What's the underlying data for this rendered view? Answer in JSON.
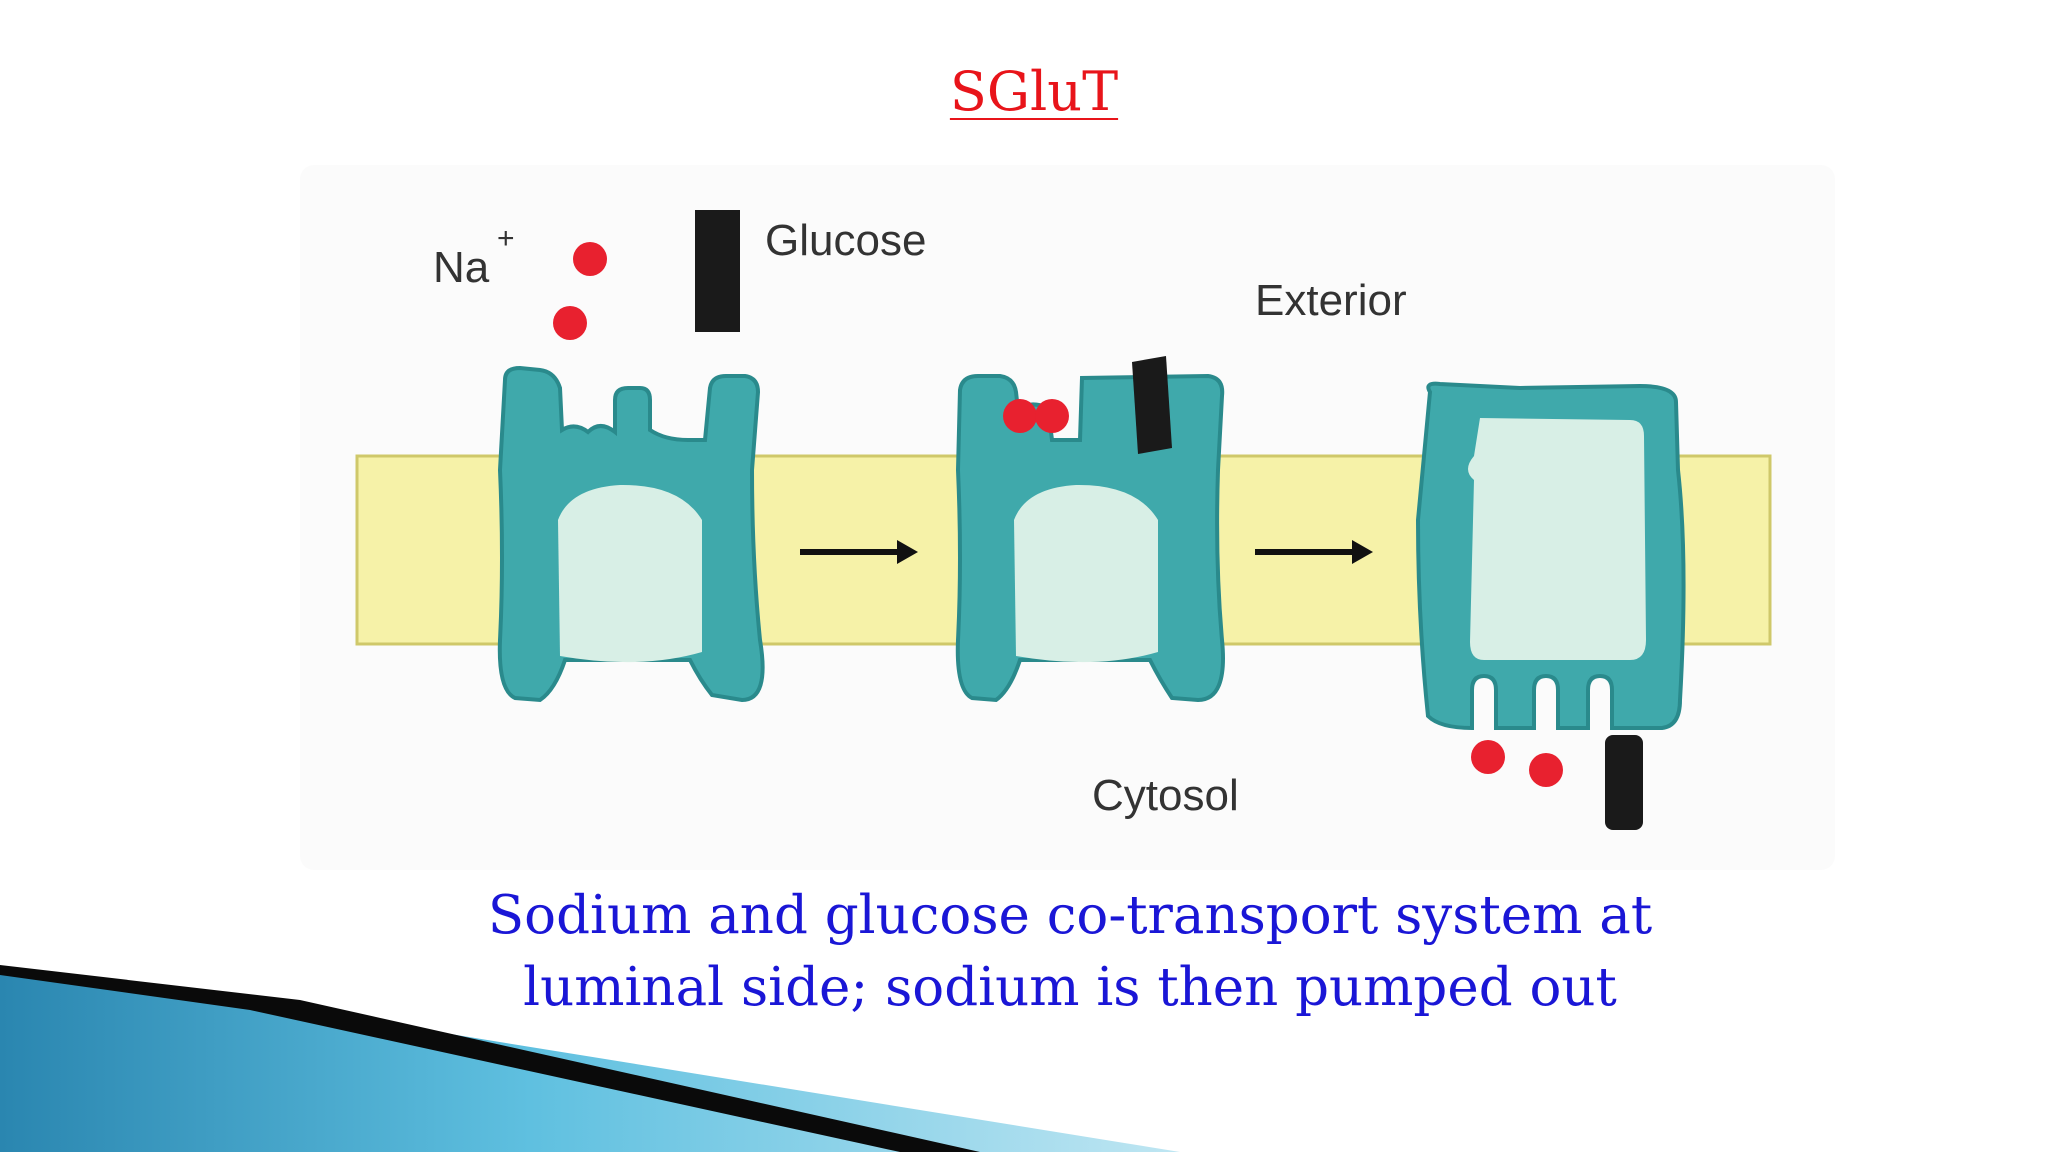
{
  "slide": {
    "title": "SGluT",
    "caption_line1": "Sodium and glucose co-transport system at",
    "caption_line2": "luminal side; sodium is then pumped out"
  },
  "diagram": {
    "labels": {
      "sodium": "Na",
      "sodium_charge": "+",
      "glucose": "Glucose",
      "exterior": "Exterior",
      "cytosol": "Cytosol"
    },
    "colors": {
      "transporter": "#3fa9ab",
      "transporter_outline": "#2a8a8c",
      "transporter_inner": "#d8efe6",
      "membrane": "#f6f2a8",
      "membrane_outline": "#cfc86a",
      "sodium_ion": "#e8212f",
      "glucose": "#1a1a1a",
      "title": "#e8141a",
      "caption": "#1a16d6"
    }
  }
}
